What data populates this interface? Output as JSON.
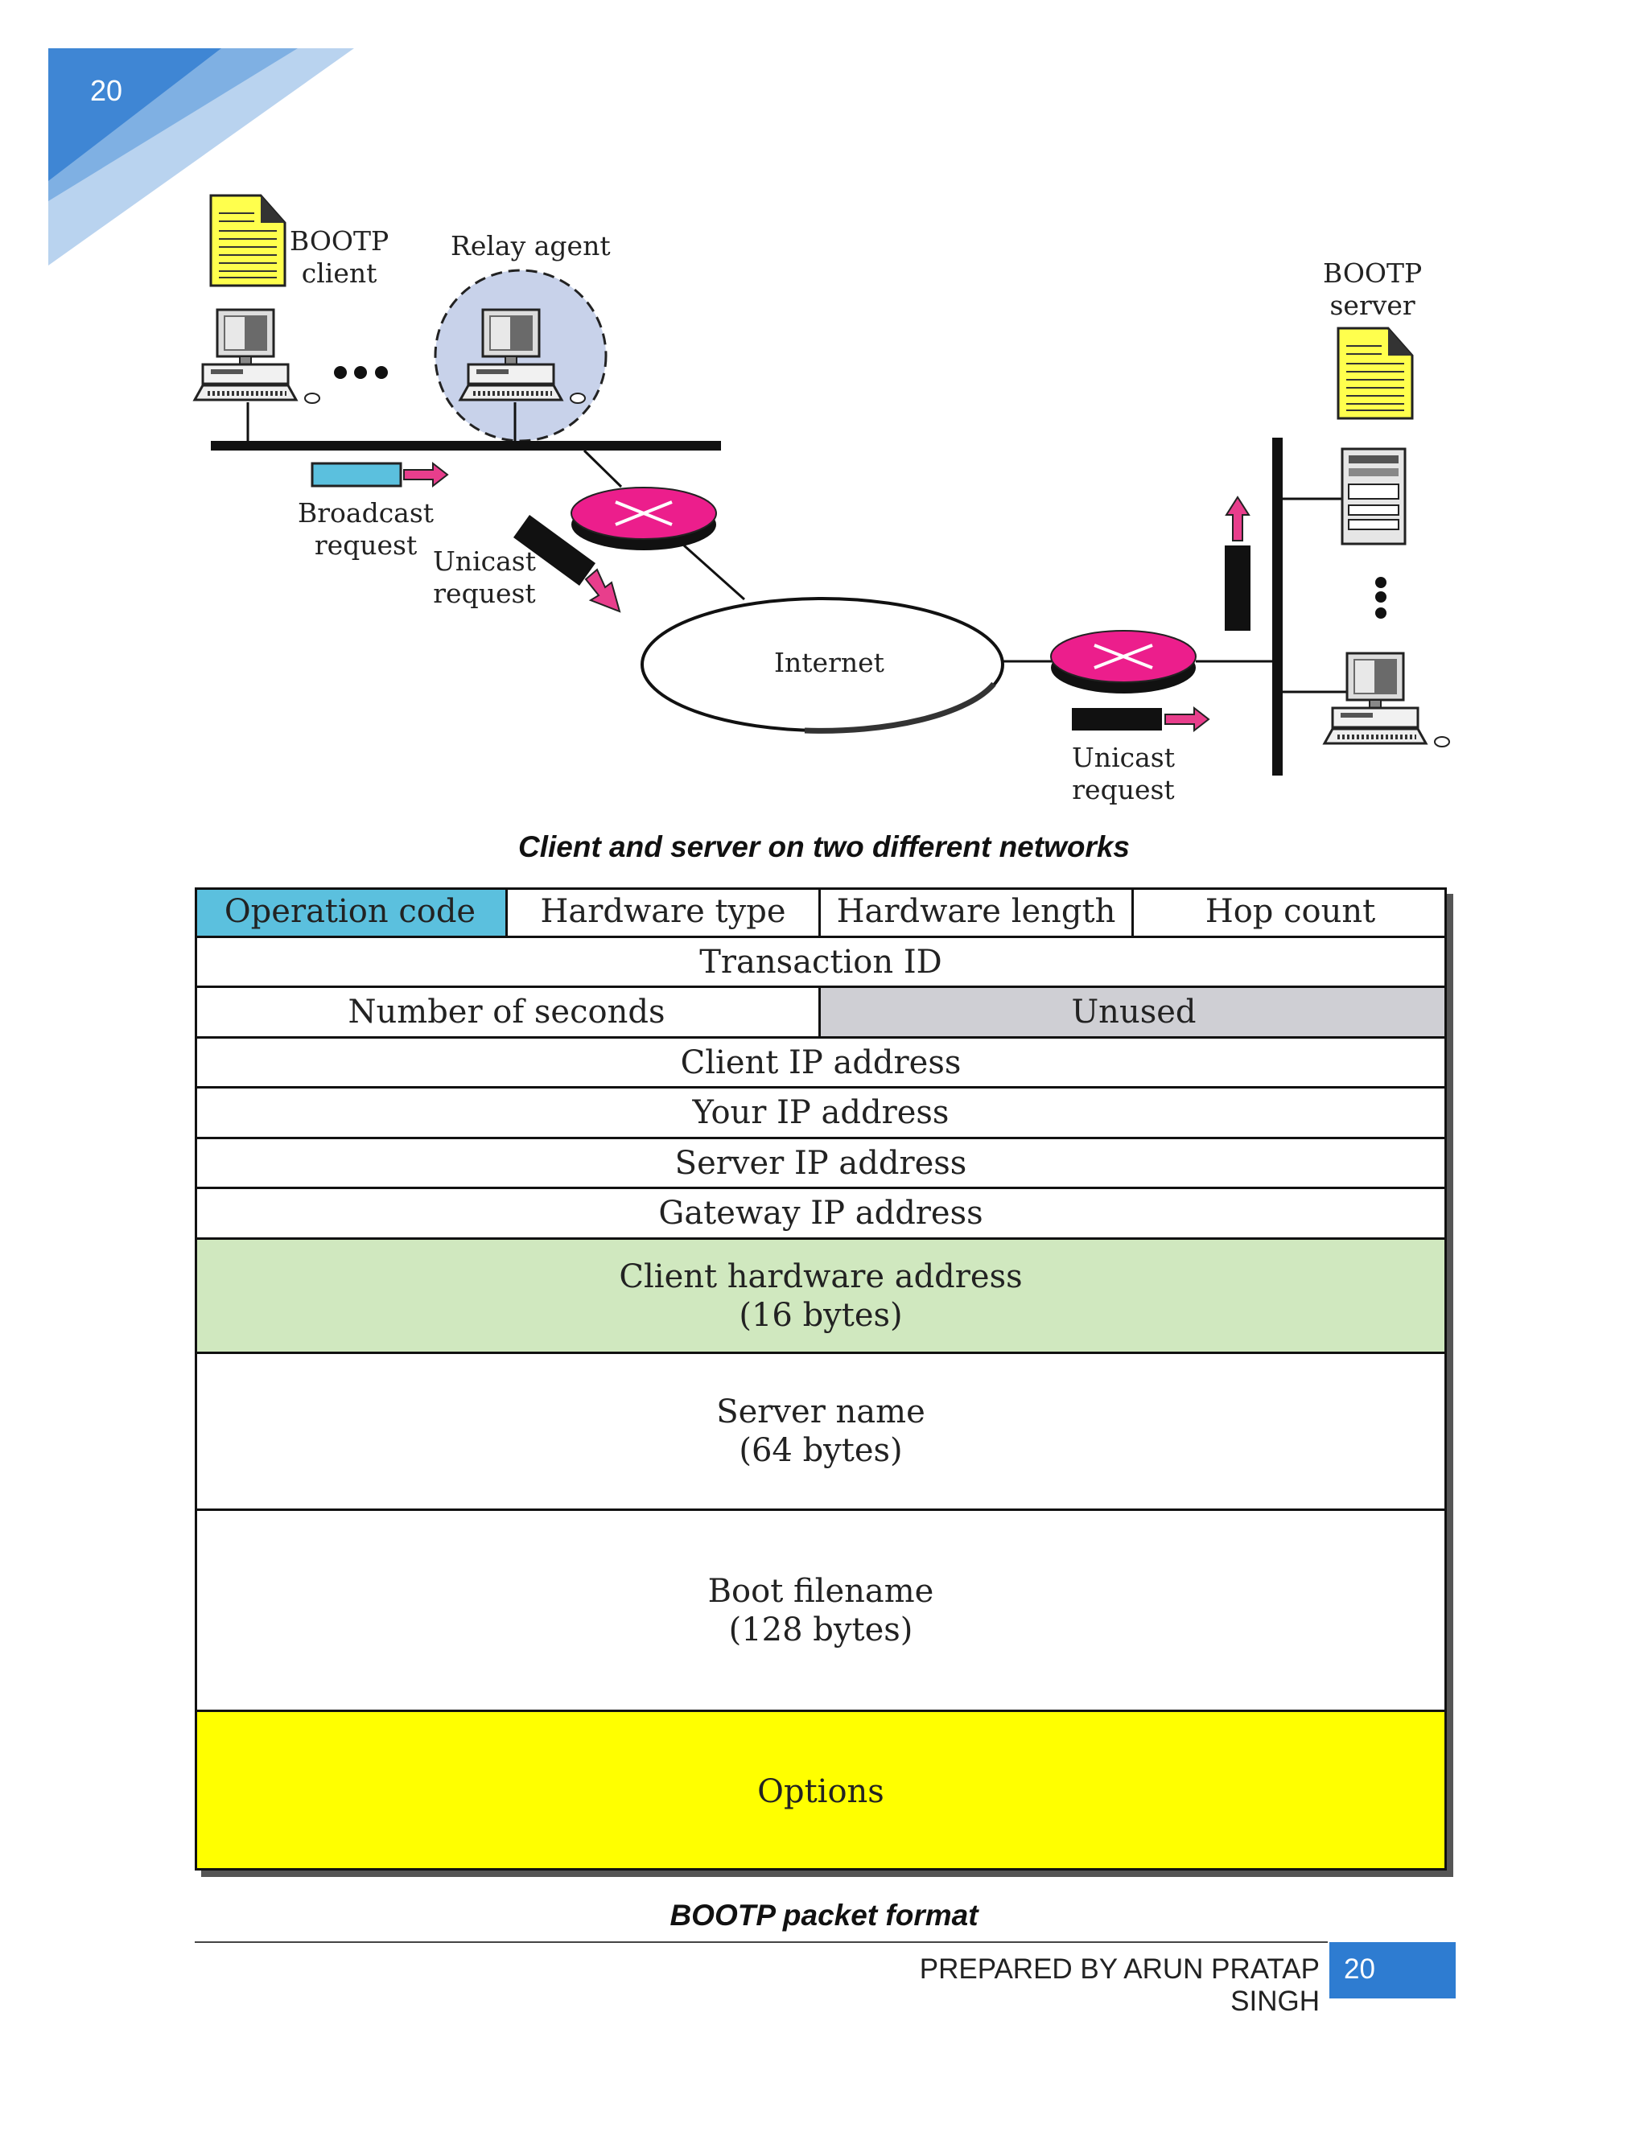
{
  "page": {
    "number_top": "20",
    "footer_text": "PREPARED BY ARUN PRATAP SINGH",
    "footer_number": "20",
    "accent_color": "#2e7cd1"
  },
  "diagram": {
    "labels": {
      "bootp_client_line1": "BOOTP",
      "bootp_client_line2": "client",
      "relay_agent": "Relay agent",
      "bootp_server_line1": "BOOTP",
      "bootp_server_line2": "server",
      "broadcast_line1": "Broadcast",
      "broadcast_line2": "request",
      "unicast_left_line1": "Unicast",
      "unicast_left_line2": "request",
      "internet": "Internet",
      "unicast_right_line1": "Unicast",
      "unicast_right_line2": "request"
    },
    "caption": "Client and server on two different networks"
  },
  "packet": {
    "row1": [
      "Operation code",
      "Hardware type",
      "Hardware length",
      "Hop count"
    ],
    "transaction_id": "Transaction ID",
    "number_of_seconds": "Number of seconds",
    "unused": "Unused",
    "client_ip": "Client IP address",
    "your_ip": "Your IP address",
    "server_ip": "Server IP address",
    "gateway_ip": "Gateway IP address",
    "chaddr_line1": "Client hardware address",
    "chaddr_line2": "(16 bytes)",
    "sname_line1": "Server name",
    "sname_line2": "(64 bytes)",
    "file_line1": "Boot filename",
    "file_line2": "(128 bytes)",
    "options": "Options",
    "caption": "BOOTP packet format",
    "colors": {
      "operation_code": "#5bc0de",
      "unused": "#cfcfd4",
      "client_hardware": "#d0e8bf",
      "options": "#ffff00"
    }
  }
}
